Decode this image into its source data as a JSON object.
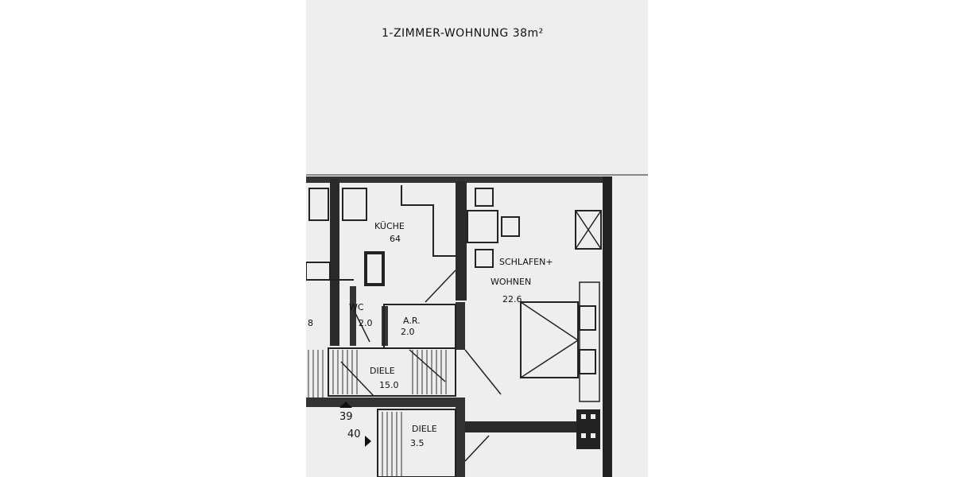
{
  "document": {
    "title": "1-ZIMMER-WOHNUNG 38m²"
  },
  "rooms": {
    "kueche": {
      "name": "KÜCHE",
      "area": "64"
    },
    "schlafen": {
      "name_line1": "SCHLAFEN+",
      "name_line2": "WOHNEN",
      "area": "22.6"
    },
    "wc": {
      "name": "WC",
      "area": "2.0"
    },
    "bath_partial": {
      "area": "8"
    },
    "ar": {
      "name": "A.R.",
      "area": "2.0"
    },
    "diele1": {
      "name": "DIELE",
      "area": "15.0"
    },
    "diele2": {
      "name": "DIELE",
      "area": "3.5"
    }
  },
  "stairs": {
    "upper": "39",
    "lower": "40"
  }
}
